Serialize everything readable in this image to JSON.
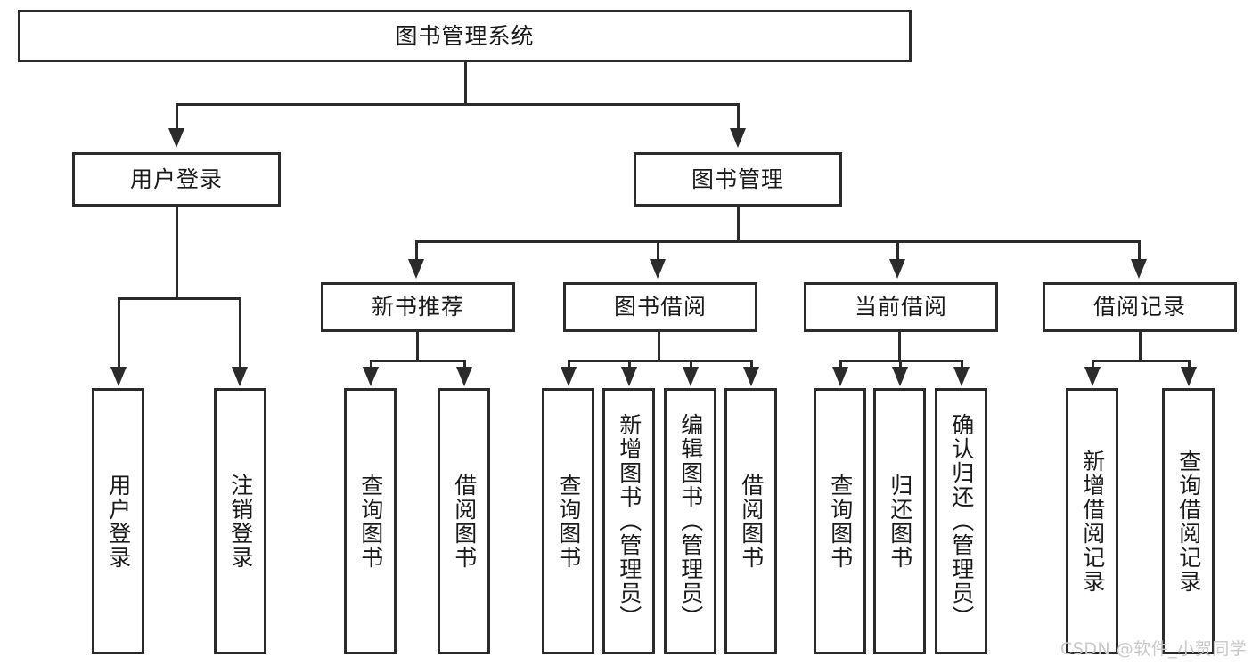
{
  "diagram": {
    "type": "tree-hierarchy-diagram",
    "title": "图书管理系统",
    "levels": [
      {
        "level": 1,
        "nodes": [
          {
            "id": "root",
            "label": "图书管理系统",
            "orientation": "horizontal"
          }
        ]
      },
      {
        "level": 2,
        "nodes": [
          {
            "id": "user-login",
            "label": "用户登录",
            "orientation": "horizontal",
            "parent": "root"
          },
          {
            "id": "book-manage",
            "label": "图书管理",
            "orientation": "horizontal",
            "parent": "root"
          }
        ]
      },
      {
        "level": 3,
        "nodes": [
          {
            "id": "new-book-recommend",
            "label": "新书推荐",
            "orientation": "horizontal",
            "parent": "book-manage"
          },
          {
            "id": "book-borrow",
            "label": "图书借阅",
            "orientation": "horizontal",
            "parent": "book-manage"
          },
          {
            "id": "current-borrow",
            "label": "当前借阅",
            "orientation": "horizontal",
            "parent": "book-manage"
          },
          {
            "id": "borrow-record",
            "label": "借阅记录",
            "orientation": "horizontal",
            "parent": "book-manage"
          }
        ]
      },
      {
        "level": 4,
        "nodes": [
          {
            "id": "leaf-user-login",
            "label": "用户登录",
            "orientation": "vertical",
            "parent": "user-login"
          },
          {
            "id": "leaf-logout-login",
            "label": "注销登录",
            "orientation": "vertical",
            "parent": "user-login"
          },
          {
            "id": "leaf-query-book-1",
            "label": "查询图书",
            "orientation": "vertical",
            "parent": "new-book-recommend"
          },
          {
            "id": "leaf-borrow-book-1",
            "label": "借阅图书",
            "orientation": "vertical",
            "parent": "new-book-recommend"
          },
          {
            "id": "leaf-query-book-2",
            "label": "查询图书",
            "orientation": "vertical",
            "parent": "book-borrow"
          },
          {
            "id": "leaf-add-book",
            "label": "新增图书（管理员）",
            "orientation": "vertical",
            "parent": "book-borrow"
          },
          {
            "id": "leaf-edit-book",
            "label": "编辑图书（管理员）",
            "orientation": "vertical",
            "parent": "book-borrow"
          },
          {
            "id": "leaf-borrow-book-2",
            "label": "借阅图书",
            "orientation": "vertical",
            "parent": "book-borrow"
          },
          {
            "id": "leaf-query-book-3",
            "label": "查询图书",
            "orientation": "vertical",
            "parent": "current-borrow"
          },
          {
            "id": "leaf-return-book",
            "label": "归还图书",
            "orientation": "vertical",
            "parent": "current-borrow"
          },
          {
            "id": "leaf-confirm-return",
            "label": "确认归还（管理员）",
            "orientation": "vertical",
            "parent": "current-borrow"
          },
          {
            "id": "leaf-add-borrow-record",
            "label": "新增借阅记录",
            "orientation": "vertical",
            "parent": "borrow-record"
          },
          {
            "id": "leaf-query-borrow-record",
            "label": "查询借阅记录",
            "orientation": "vertical",
            "parent": "borrow-record"
          }
        ]
      }
    ],
    "colors": {
      "stroke": "#2b2b2b",
      "fill": "#ffffff",
      "text": "#1a1a1a",
      "watermark": "#c9c9c9"
    }
  },
  "watermark": {
    "text": "CSDN @软件_小贺同学"
  }
}
